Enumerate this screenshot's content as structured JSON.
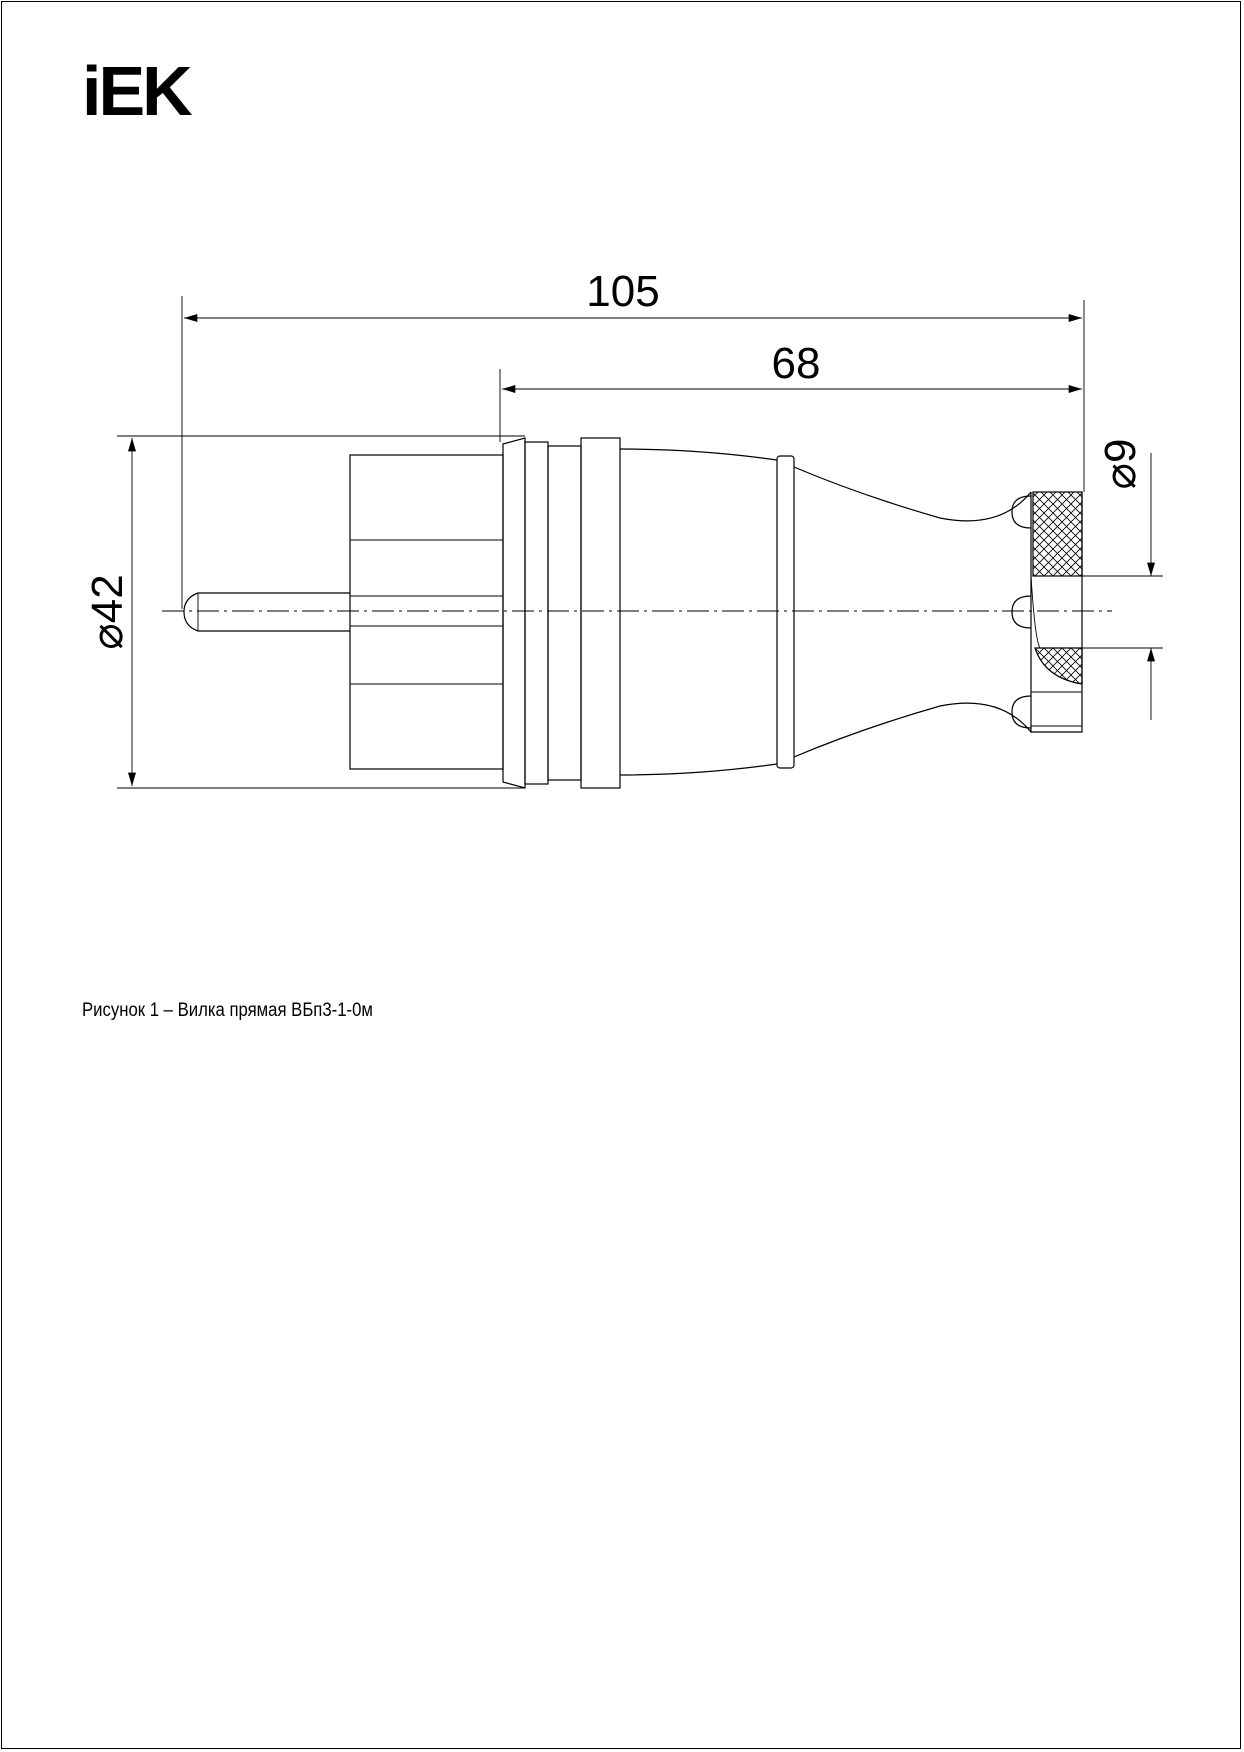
{
  "logo": {
    "text": "iEK"
  },
  "dimensions": {
    "overall_length": "105",
    "body_length": "68",
    "body_diameter": "⌀42",
    "cable_diameter": "⌀9"
  },
  "caption": "Рисунок 1 – Вилка прямая ВБп3-1-0м",
  "colors": {
    "line": "#000000",
    "background": "#ffffff"
  }
}
